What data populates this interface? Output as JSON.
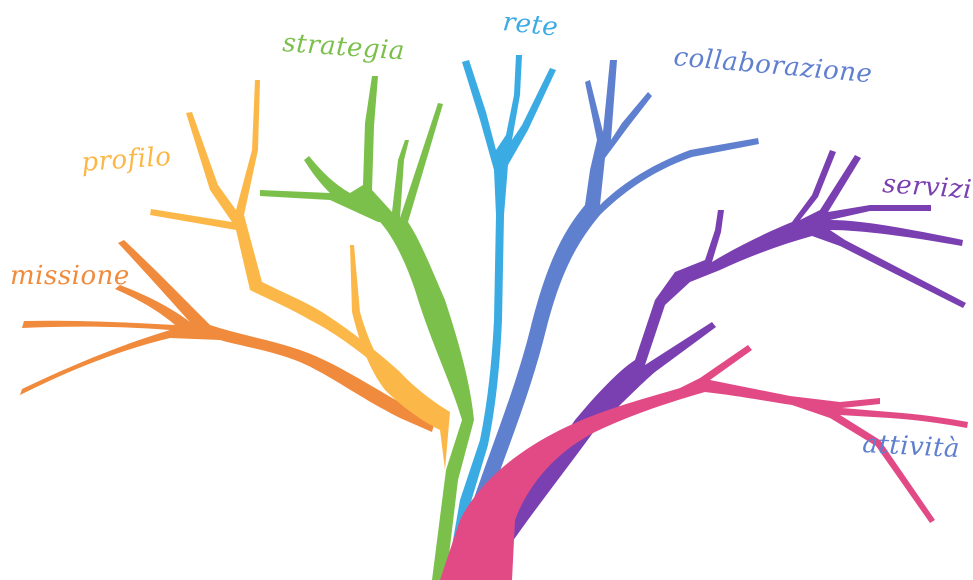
{
  "branches": [
    {
      "id": "missione",
      "label": "missione",
      "color": "#f08a3c"
    },
    {
      "id": "profilo",
      "label": "profilo",
      "color": "#fbb848"
    },
    {
      "id": "strategia",
      "label": "strategia",
      "color": "#7cc04c"
    },
    {
      "id": "rete",
      "label": "rete",
      "color": "#3aabe3"
    },
    {
      "id": "collaborazione",
      "label": "collaborazione",
      "color": "#5f7fcf"
    },
    {
      "id": "servizi",
      "label": "servizi",
      "color": "#7a3fb0"
    },
    {
      "id": "attivita",
      "label": "attività",
      "color": "#e24a86"
    }
  ]
}
